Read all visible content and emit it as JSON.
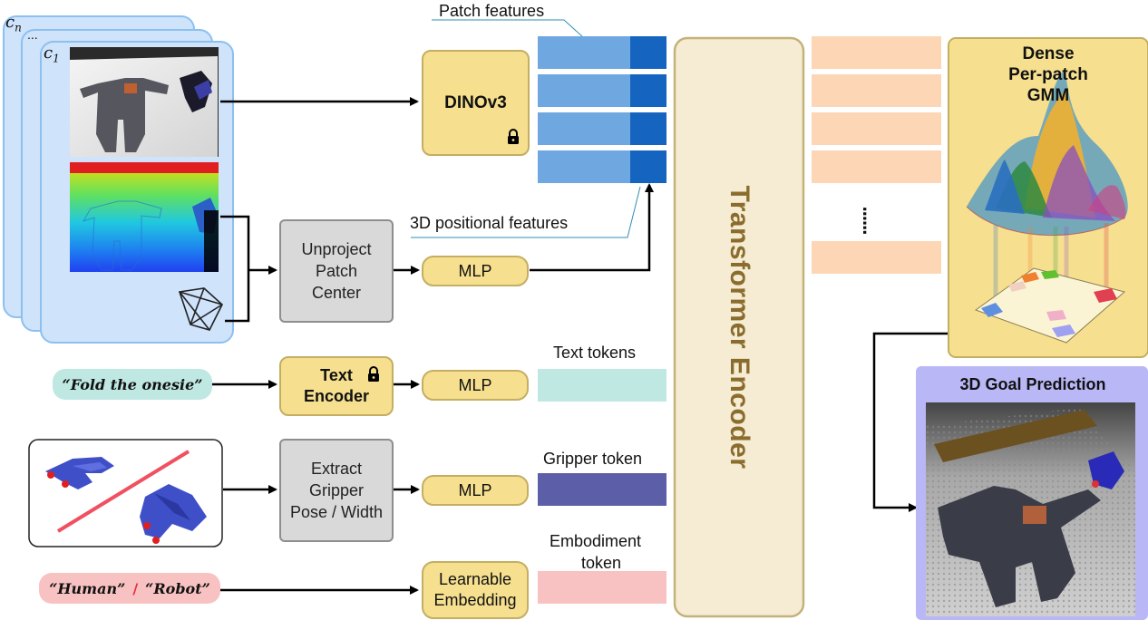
{
  "camera_stack": {
    "label_cn": "c",
    "label_cn_sub": "n",
    "label_c1": "c",
    "label_c1_sub": "1",
    "dots": "..."
  },
  "dino": {
    "label": "DINOv3",
    "lock_icon": "lock-icon"
  },
  "unproject": {
    "line1": "Unproject",
    "line2": "Patch",
    "line3": "Center"
  },
  "text_encoder": {
    "line1": "Text",
    "line2": "Encoder"
  },
  "extract": {
    "line1": "Extract",
    "line2": "Gripper",
    "line3": "Pose / Width"
  },
  "mlp_label": "MLP",
  "learnable": {
    "line1": "Learnable",
    "line2": "Embedding"
  },
  "prompt": {
    "text": "“Fold the onesie”"
  },
  "embodiment_prompt": {
    "human": "“Human”",
    "slash": "/",
    "robot": "“Robot”"
  },
  "labels": {
    "patch_features": "Patch features",
    "positional_features": "3D positional features",
    "text_tokens": "Text tokens",
    "gripper_token": "Gripper token",
    "embodiment_token_l1": "Embodiment",
    "embodiment_token_l2": "token"
  },
  "transformer": {
    "label": "Transformer Encoder"
  },
  "output_dots": "......",
  "gmm": {
    "line1": "Dense",
    "line2": "Per-patch",
    "line3": "GMM"
  },
  "goal": {
    "title": "3D Goal Prediction"
  },
  "colors": {
    "patch": "#6fa8e0",
    "patch_dark": "#1565c0",
    "text_token": "#bfe8e3",
    "gripper_token": "#5c5ea8",
    "embodiment_token": "#f9c2c2",
    "output_token": "#fdd6b5",
    "transformer": "#f5ecd3",
    "goal_frame": "#b9b7f5"
  }
}
